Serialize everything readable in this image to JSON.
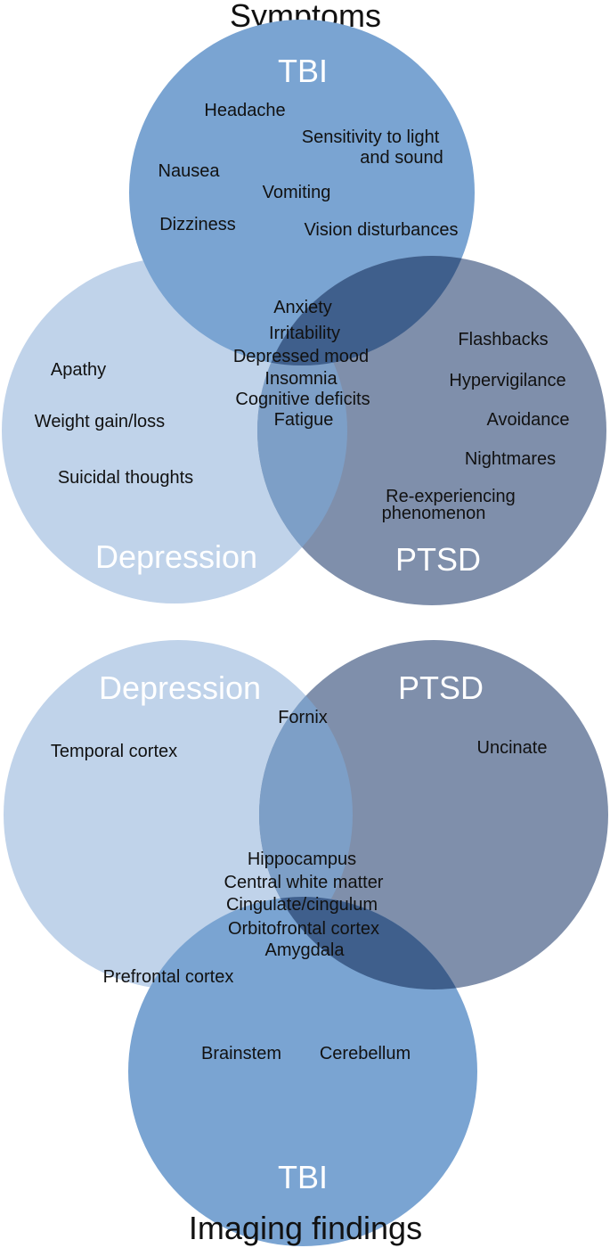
{
  "symptoms": {
    "title": "Symptoms",
    "circles": {
      "tbi": "TBI",
      "depression": "Depression",
      "ptsd": "PTSD"
    },
    "tbi_only": [
      "Headache",
      "Sensitivity to light",
      "and sound",
      "Nausea",
      "Vomiting",
      "Dizziness",
      "Vision disturbances"
    ],
    "shared": [
      "Anxiety",
      "Irritability",
      "Depressed mood",
      "Insomnia",
      "Cognitive deficits",
      "Fatigue"
    ],
    "depression_only": [
      "Apathy",
      "Weight gain/loss",
      "Suicidal thoughts"
    ],
    "ptsd_only": [
      "Flashbacks",
      "Hypervigilance",
      "Avoidance",
      "Nightmares",
      "Re-experiencing",
      "phenomenon"
    ]
  },
  "imaging": {
    "title": "Imaging findings",
    "circles": {
      "depression": "Depression",
      "ptsd": "PTSD",
      "tbi": "TBI"
    },
    "depression_ptsd": [
      "Fornix"
    ],
    "depression_only": [
      "Temporal cortex"
    ],
    "ptsd_only": [
      "Uncinate"
    ],
    "shared": [
      "Hippocampus",
      "Central white matter",
      "Cingulate/cingulum",
      "Orbitofrontal cortex",
      "Amygdala"
    ],
    "depression_tbi": [
      "Prefrontal cortex"
    ],
    "tbi_only": [
      "Brainstem",
      "Cerebellum"
    ]
  },
  "colors": {
    "tbi": "#7aa4d2",
    "depression": "#c0d3ea",
    "ptsd": "#7f8fab",
    "overlap_dark": "#3f5f8c"
  }
}
